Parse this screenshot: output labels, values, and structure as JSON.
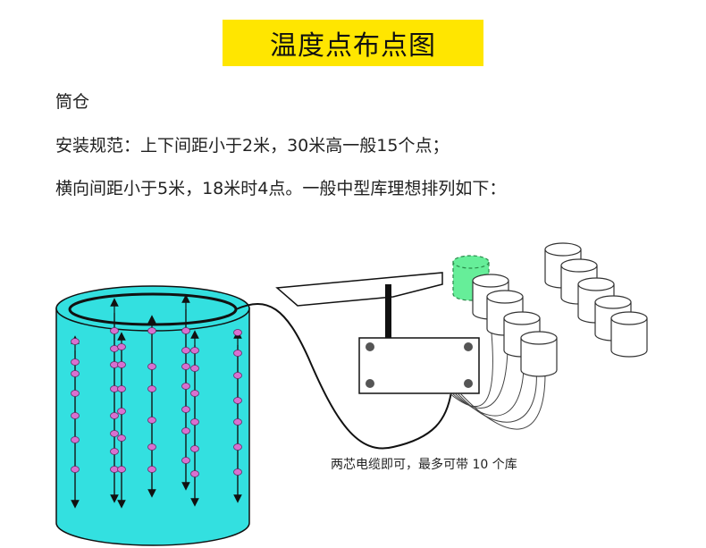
{
  "title": "温度点布点图",
  "text": {
    "line1": "筒仓",
    "line2": "安装规范：上下间距小于2米，30米高一般15个点；",
    "line3": "横向间距小于5米，18米时4点。一般中型库理想排列如下："
  },
  "diagram": {
    "caption": "两芯电缆即可，最多可带 10 个库",
    "colors": {
      "title_background": "#ffe600",
      "silo_fill": "#33e0e0",
      "sensor_point": "#d870d0",
      "highlight_silo": "#66ee99"
    }
  }
}
